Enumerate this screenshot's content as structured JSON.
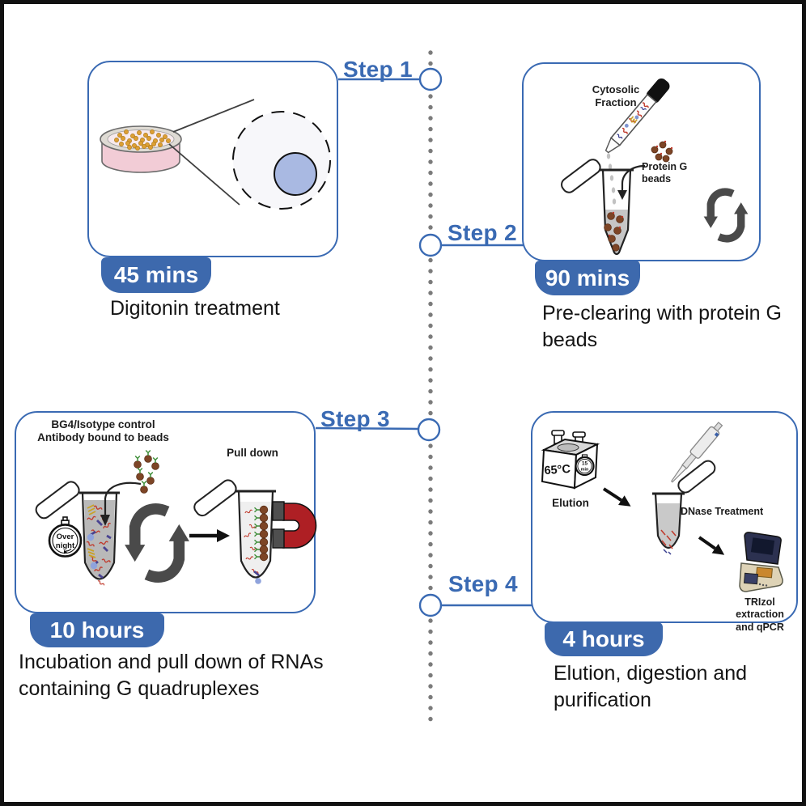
{
  "colors": {
    "accent_blue": "#3a6ab3",
    "badge_blue": "#3d69ad",
    "timeline_dot_gray": "#7b7b7b",
    "icon_dark_gray": "#4a4a4a",
    "bead_brown": "#7d4526",
    "magnet_red": "#ae1f24",
    "nucleus_blue": "#a9b9e2",
    "dish_pink": "#f2ccd6"
  },
  "steps": [
    {
      "label": "Step 1",
      "duration": "45 mins",
      "caption_lines": [
        "Digitonin treatment"
      ]
    },
    {
      "label": "Step 2",
      "duration": "90 mins",
      "caption_lines": [
        "Pre-clearing with protein G",
        "beads"
      ],
      "annotations": {
        "cytosolic": "Cytosolic Fraction",
        "protein_g": "Protein G beads"
      }
    },
    {
      "label": "Step 3",
      "duration": "10 hours",
      "caption_lines": [
        "Incubation and pull down of RNAs",
        "containing G quadruplexes"
      ],
      "annotations": {
        "antibody_lines": [
          "BG4/Isotype control",
          "Antibody bound to beads"
        ],
        "pulldown": "Pull down",
        "timer_lines": [
          "Over",
          "night"
        ]
      }
    },
    {
      "label": "Step 4",
      "duration": "4 hours",
      "caption_lines": [
        "Elution, digestion and",
        "purification"
      ],
      "annotations": {
        "temp": "65°C",
        "block_timer_lines": [
          "15",
          "min"
        ],
        "elution": "Elution",
        "dnase": "DNase Treatment",
        "trizol_lines": [
          "TRIzol extraction",
          "and qPCR"
        ]
      }
    }
  ]
}
